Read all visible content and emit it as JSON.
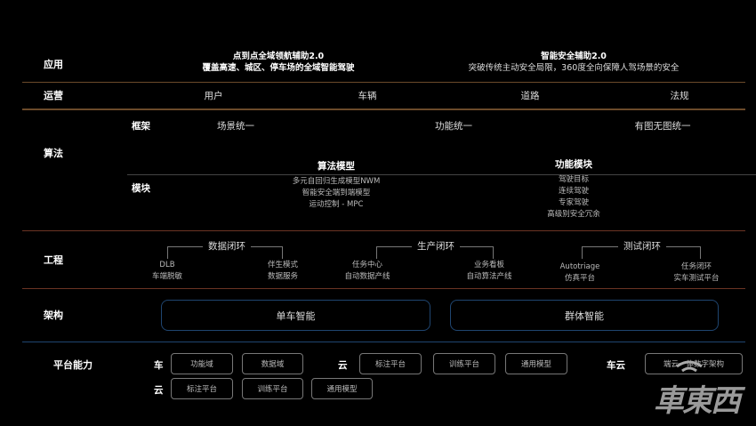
{
  "rows": {
    "app": "应用",
    "ops": "运营",
    "algo": "算法",
    "eng": "工程",
    "arch": "架构",
    "platform": "平台能力"
  },
  "app": {
    "left_title": "点到点全域领航辅助2.0",
    "left_desc": "覆盖高速、城区、停车场的全域智能驾驶",
    "right_title": "智能安全辅助2.0",
    "right_desc": "突破传统主动安全局限，360度全向保障人驾场景的安全"
  },
  "ops": [
    "用户",
    "车辆",
    "道路",
    "法规"
  ],
  "algo": {
    "framework_label": "框架",
    "framework": [
      "场景统一",
      "功能统一",
      "有图无图统一"
    ],
    "module_label": "模块",
    "model_title": "算法模型",
    "model_items": [
      "多元自回归生成模型NWM",
      "智能安全端到端模型",
      "运动控制 - MPC"
    ],
    "func_title": "功能模块",
    "func_items": [
      "驾驶目标",
      "连续驾驶",
      "专家驾驶",
      "高级别安全冗余"
    ]
  },
  "eng": [
    {
      "title": "数据闭环",
      "left": [
        "DLB",
        "车端脱敏"
      ],
      "right": [
        "伴生模式",
        "数据服务"
      ]
    },
    {
      "title": "生产闭环",
      "left": [
        "任务中心",
        "自动数据产线"
      ],
      "right": [
        "业务看板",
        "自动算法产线"
      ]
    },
    {
      "title": "测试闭环",
      "left": [
        "Autotriage",
        "仿真平台"
      ],
      "right": [
        "任务闭环",
        "实车测试平台"
      ]
    }
  ],
  "arch": [
    "单车智能",
    "群体智能"
  ],
  "platform": {
    "car_label": "车",
    "car": [
      "功能域",
      "数据域"
    ],
    "cloud_label": "云",
    "cloud": [
      "标注平台",
      "训练平台",
      "通用模型"
    ],
    "carcloud_label": "车云",
    "carcloud": [
      "端云一体数字架构"
    ],
    "cloud2_label": "云",
    "cloud2": [
      "标注平台",
      "训练平台",
      "通用模型"
    ]
  },
  "watermark": "車東西",
  "colors": {
    "divider_brown": "#6b4a2a",
    "divider_red": "#6b3424",
    "divider_blue": "#1f4570",
    "divider_gray": "#444"
  }
}
